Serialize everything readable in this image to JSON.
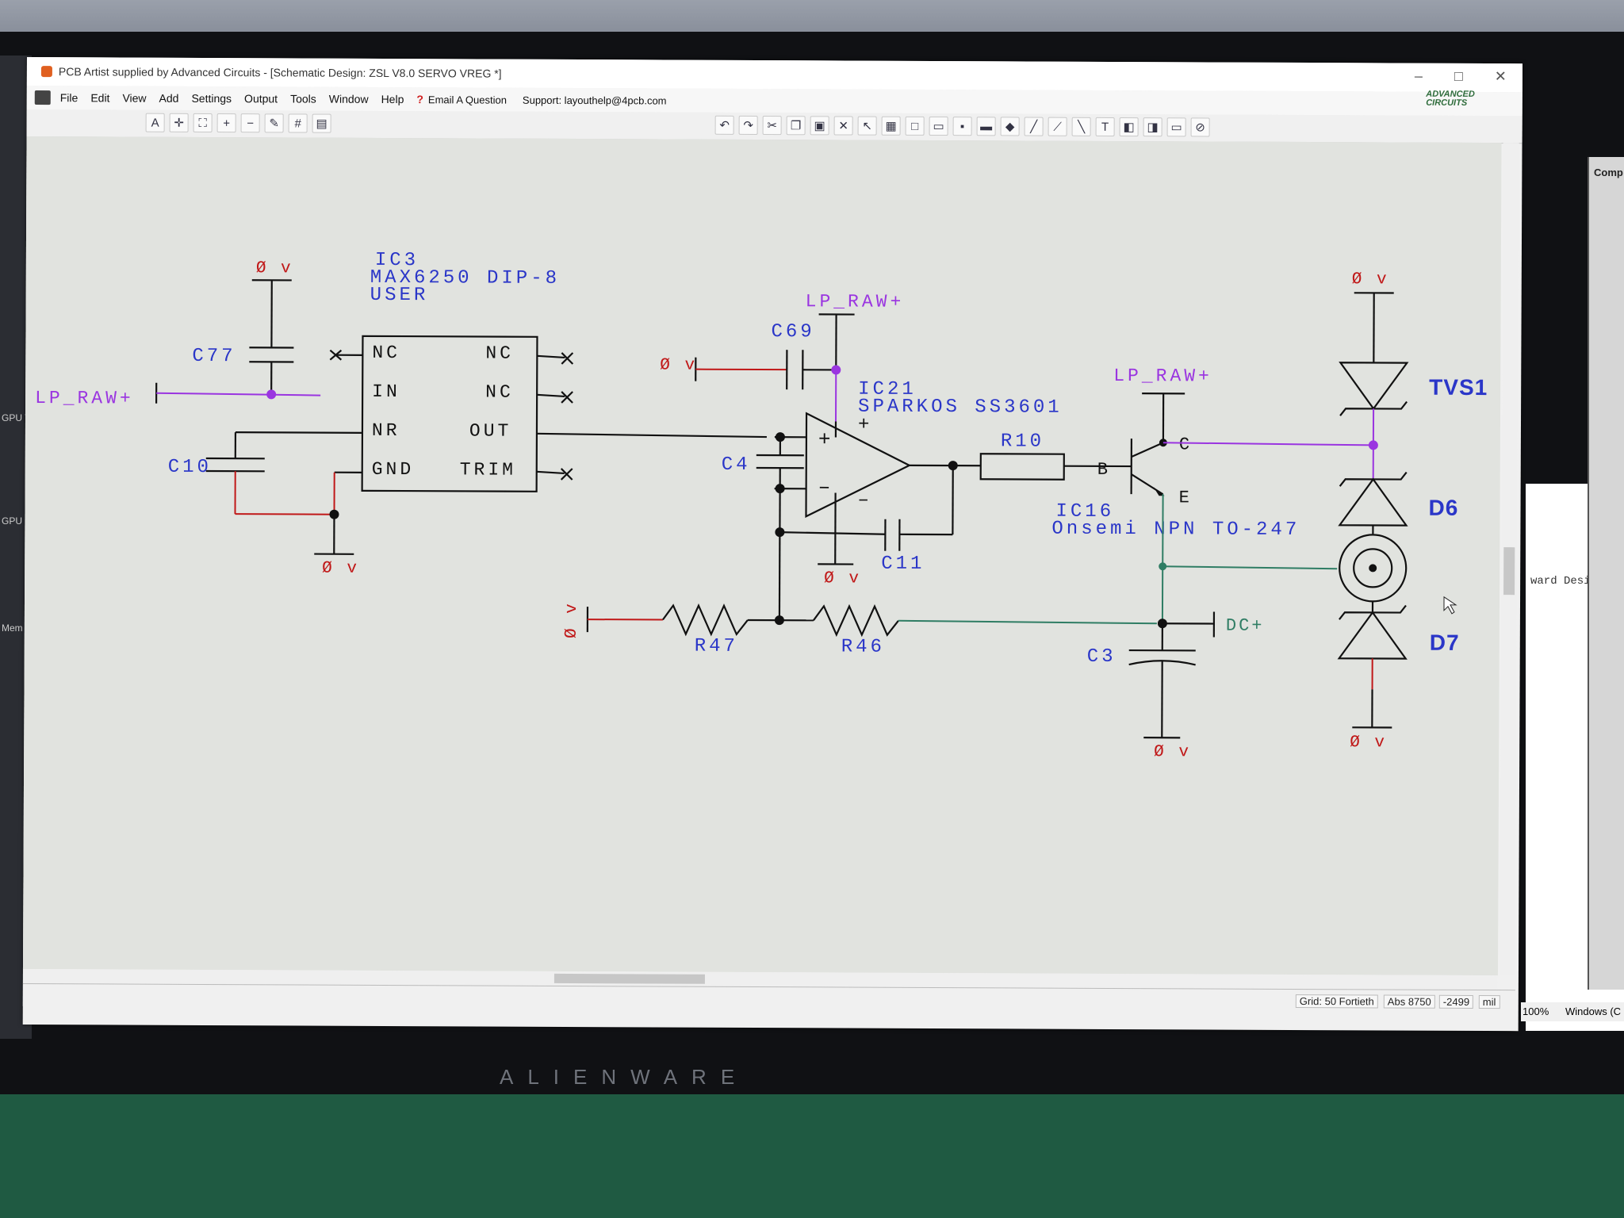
{
  "window": {
    "title": "PCB Artist supplied by Advanced Circuits - [Schematic Design: ZSL V8.0 SERVO VREG *]",
    "controls": {
      "minimize": "–",
      "maximize": "□",
      "close": "✕"
    }
  },
  "menubar": {
    "items": [
      "File",
      "Edit",
      "View",
      "Add",
      "Settings",
      "Output",
      "Tools",
      "Window",
      "Help"
    ],
    "email_label": "Email A Question",
    "support_label": "Support: layouthelp@4pcb.com"
  },
  "logo": {
    "line1": "ADVANCED",
    "line2": "CIRCUITS"
  },
  "schematic": {
    "components": {
      "ic3": {
        "ref": "IC3",
        "part": "MAX6250 DIP-8",
        "user": "USER",
        "pins_left": [
          "NC",
          "IN",
          "NR",
          "GND"
        ],
        "pins_right": [
          "NC",
          "NC",
          "OUT",
          "TRIM"
        ]
      },
      "ic21": {
        "ref": "IC21",
        "part": "SPARKOS SS3601",
        "plus": "+",
        "minus": "–"
      },
      "ic16": {
        "ref": "IC16",
        "part": "Onsemi  NPN TO-247",
        "base": "B",
        "collector": "C",
        "emitter": "E"
      },
      "c77": "C77",
      "c10": "C10",
      "c69": "C69",
      "c4": "C4",
      "c11": "C11",
      "c3": "C3",
      "r10": "R10",
      "r47": "R47",
      "r46": "R46",
      "tvs1": "TVS1",
      "d6": "D6",
      "d7": "D7"
    },
    "nets": {
      "zero_v": "Ø v",
      "zero_v_rotated": "Ø v",
      "lp_raw": "LP_RAW+",
      "dc_plus": "DC+"
    }
  },
  "right_window": {
    "fragment": "ward Desi",
    "panel_label": "Comp"
  },
  "statusbar": {
    "grid": "Grid: 50 Fortieth",
    "abs": "Abs 8750",
    "y": "-2499",
    "unit": "mil",
    "zoom": "100%",
    "os_label": "Windows (C"
  },
  "monitor": {
    "brand": "ALIENWARE"
  },
  "left_strip": {
    "labels": [
      "GPU T",
      "GPU U",
      "Mem"
    ]
  },
  "colors": {
    "component_black": "#111111",
    "label_blue": "#2a36c8",
    "net_purple": "#9a35e0",
    "wire_red": "#c01818",
    "wire_green": "#2f7d64",
    "canvas_bg": "#e1e3df"
  }
}
